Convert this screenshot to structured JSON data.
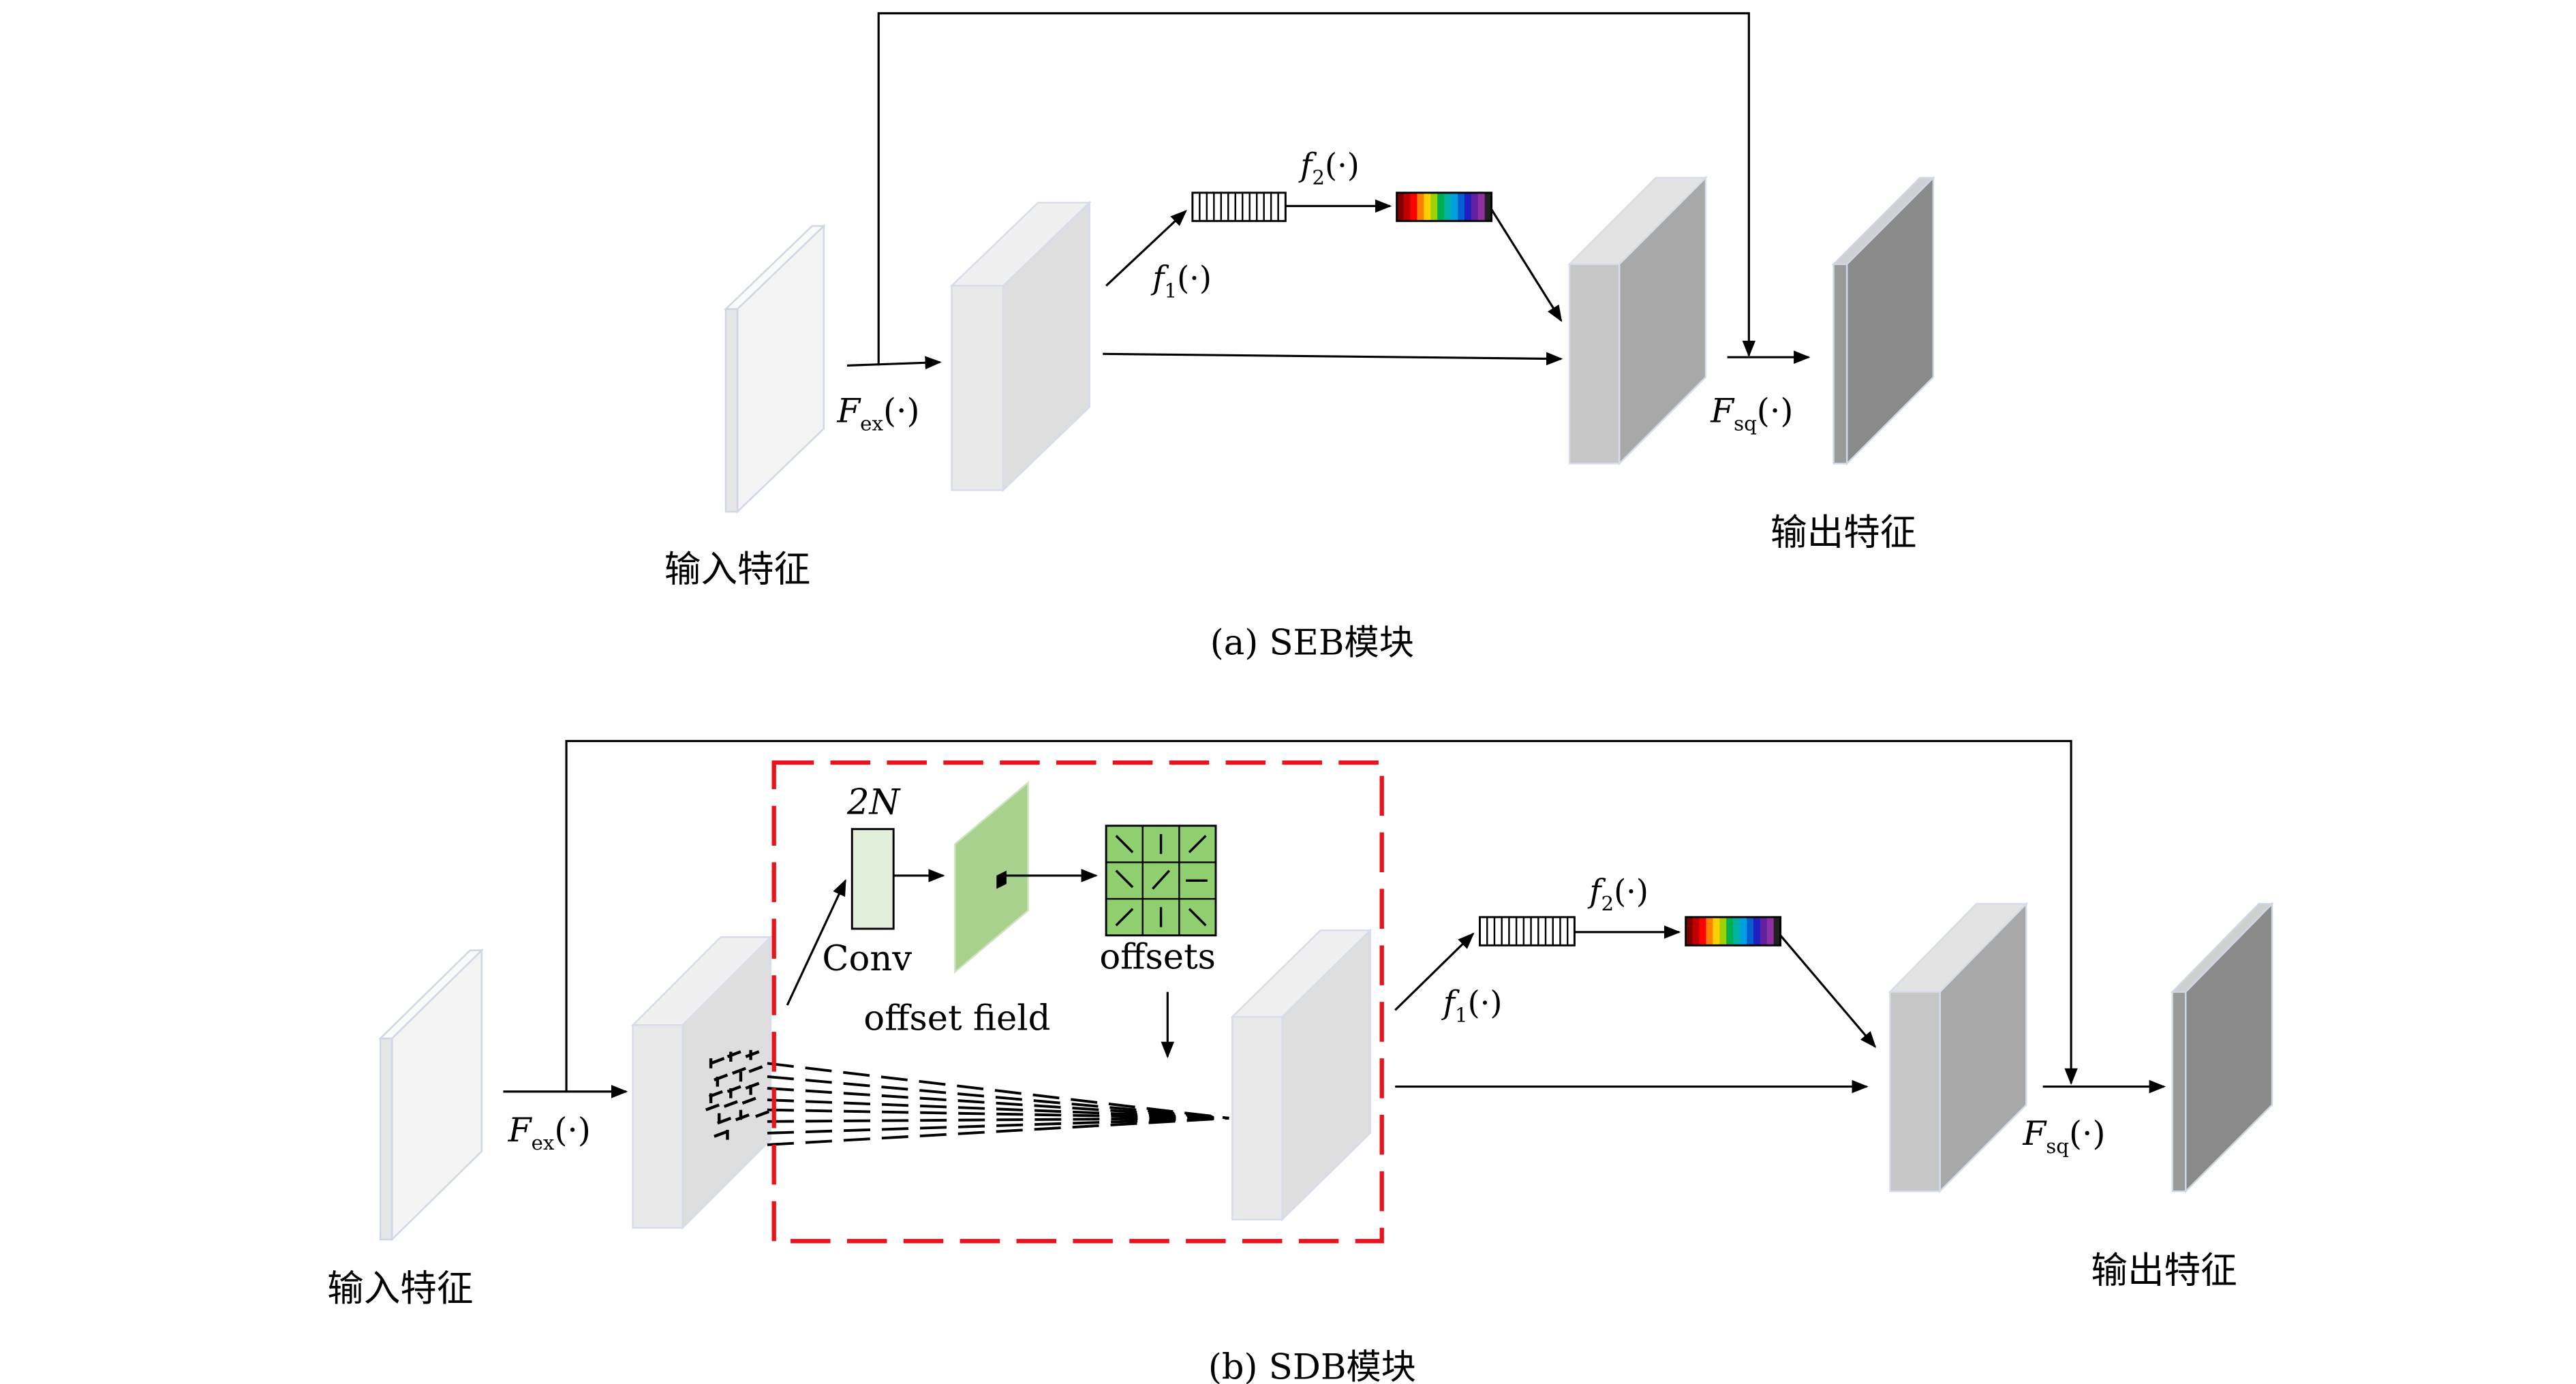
{
  "panel_a": {
    "caption": "(a) SEB模块",
    "input_label": "输入特征",
    "output_label": "输出特征",
    "f1": {
      "base": "f",
      "sub": "1",
      "arg": "(·)"
    },
    "f2": {
      "base": "f",
      "sub": "2",
      "arg": "(·)"
    },
    "fex": {
      "base": "F",
      "sub": "ex",
      "arg": "(·)"
    },
    "fsq": {
      "base": "F",
      "sub": "sq",
      "arg": "(·)"
    }
  },
  "panel_b": {
    "caption": "(b) SDB模块",
    "input_label": "输入特征",
    "output_label": "输出特征",
    "conv_label": "Conv",
    "conv_channels": "2N",
    "offset_field_label": "offset field",
    "offsets_label": "offsets",
    "f1": {
      "base": "f",
      "sub": "1",
      "arg": "(·)"
    },
    "f2": {
      "base": "f",
      "sub": "2",
      "arg": "(·)"
    },
    "fex": {
      "base": "F",
      "sub": "ex",
      "arg": "(·)"
    },
    "fsq": {
      "base": "F",
      "sub": "sq",
      "arg": "(·)"
    }
  },
  "colors": {
    "dashed_box": "#e8141c",
    "offset_field": "#a9d18e",
    "offset_grid": "#8fcf6f",
    "conv_box": "#e2efda",
    "rainbow": [
      "#7f0000",
      "#c00000",
      "#ff0000",
      "#ff8000",
      "#ffd000",
      "#a0d000",
      "#00b050",
      "#00b0a0",
      "#00a0e0",
      "#0060d0",
      "#2020c0",
      "#6020a0",
      "#9030a0",
      "#202020"
    ]
  }
}
